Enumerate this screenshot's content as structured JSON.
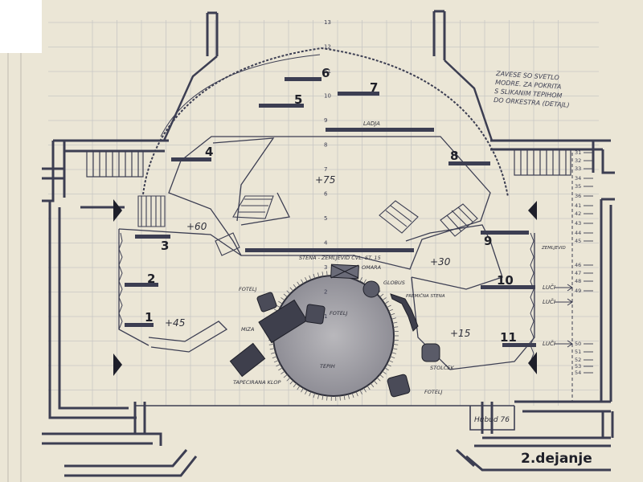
{
  "note": {
    "lines": [
      "ZAVESE SO SVETLO",
      "MODRE. ZA POKRITA",
      "S SLIKANIM TEPIHOM",
      "DO ORKESTRA (DETAJL)"
    ]
  },
  "title": "2.dejanje",
  "signature": "Hubud 76",
  "grid_numbers": [
    "13",
    "12",
    "11",
    "10",
    "9",
    "8",
    "7",
    "6",
    "5",
    "4",
    "3",
    "2",
    "1"
  ],
  "set_pieces": {
    "p1": "1",
    "p2": "2",
    "p3": "3",
    "p4": "4",
    "p5": "5",
    "p6": "6",
    "p7": "7",
    "p8": "8",
    "p9": "9",
    "p10": "10",
    "p11": "11"
  },
  "heights": {
    "h75": "+75",
    "h60": "+60",
    "h45": "+45",
    "h30": "+30",
    "h15": "+15"
  },
  "labels": {
    "ladja": "LADJA",
    "stena": "STENA - ZEMLJEVID  ČVL. ST. 15",
    "omara": "OMARA",
    "globus": "GLOBUS",
    "stena2": "PREMIČNA STENA",
    "fotelj1": "FOTELJ",
    "fotelj2": "FOTELJ",
    "fotelj3": "FOTELJ",
    "miza": "MIZA",
    "tapecirana": "TAPECIRANA KLOP",
    "tepih": "TEPIH",
    "stolcek": "STOLČEK"
  },
  "right_scale": {
    "lucI1": "LUČI",
    "lucI2": "LUČI",
    "lucI3": "LUČI",
    "zemljevid": "ZEMLJEVID",
    "nums": [
      "31",
      "32",
      "33",
      "34",
      "35",
      "36",
      "41",
      "42",
      "43",
      "44",
      "45",
      "46",
      "47",
      "48",
      "49",
      "50",
      "51",
      "52",
      "53",
      "54"
    ]
  },
  "colors": {
    "paper": "#ebe6d6",
    "ink": "#3c3e52",
    "grid": "#c8c7c4",
    "pencil": "#5a5a62"
  }
}
